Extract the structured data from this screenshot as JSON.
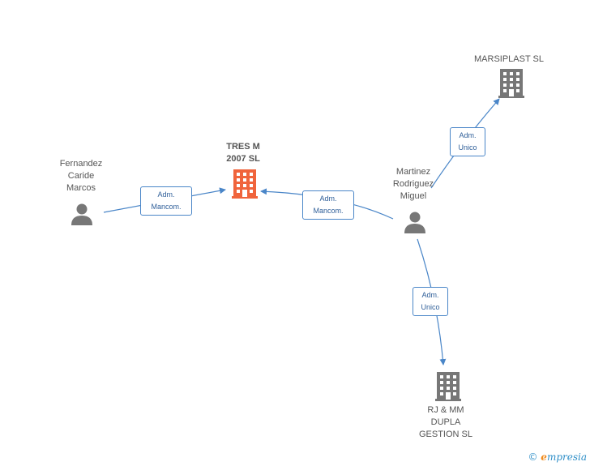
{
  "nodes": {
    "fernandez": {
      "label": "Fernandez\nCaride\nMarcos",
      "kind": "person"
    },
    "tres_m": {
      "label": "TRES M\n2007 SL",
      "kind": "company-main"
    },
    "martinez": {
      "label": "Martinez\nRodriguez\nMiguel",
      "kind": "person"
    },
    "marsiplast": {
      "label": "MARSIPLAST SL",
      "kind": "company"
    },
    "rj_mm": {
      "label": "RJ & MM\nDUPLA\nGESTION SL",
      "kind": "company"
    }
  },
  "edges": {
    "fernandez_tres": {
      "label": "Adm.\nMancom."
    },
    "martinez_tres": {
      "label": "Adm.\nMancom."
    },
    "martinez_marsiplast": {
      "label": "Adm.\nUnico"
    },
    "martinez_rj": {
      "label": "Adm.\nUnico"
    }
  },
  "colors": {
    "edge": "#4a86c8",
    "main_company": "#f0643c",
    "company": "#777777",
    "person": "#777777"
  },
  "footer": {
    "copyright": "©",
    "brand_initial": "e",
    "brand_rest": "mpresia"
  }
}
